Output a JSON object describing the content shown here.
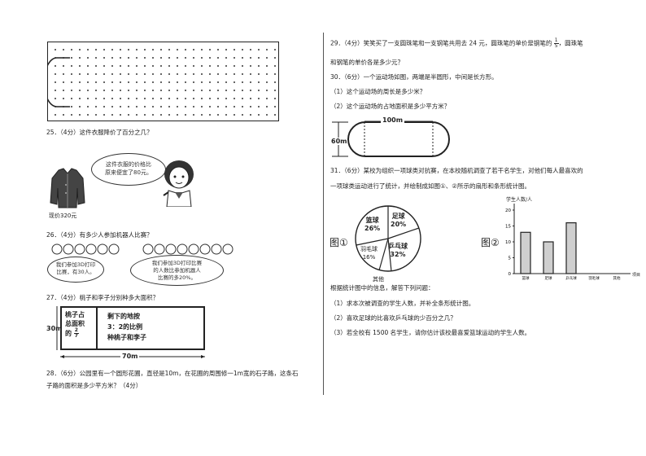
{
  "left": {
    "q25": "25．（4分）这件衣服降价了百分之几？",
    "q25_bubble": [
      "这件衣服的价格比",
      "原来便宜了80元。"
    ],
    "q25_price": "现价320元",
    "q26": "26．（4分）有多少人参加机器人比赛？",
    "q26_bubble_left": [
      "我们参加3D打印",
      "比赛，有30人。"
    ],
    "q26_bubble_right": [
      "我们参加3D打印比赛",
      "的人数比参加机器人",
      "比赛的多20%。"
    ],
    "q27": "27．（4分）桃子和李子分别种多大面积？",
    "q27_field_left": [
      "桃子占",
      "总面积",
      "的"
    ],
    "q27_frac": {
      "num": "2",
      "den": "7"
    },
    "q27_field_right": [
      "剩下的地按",
      "3：2的比例",
      "种桃子和李子"
    ],
    "q27_height": "30m",
    "q27_width": "70m",
    "q28_line1": "28．（6分）公园里有一个圆形花圃，直径是10m，在花圃的周围修一1m宽的石子路，这条石",
    "q28_line2": "子路的面积是多少平方米？（4分）"
  },
  "right": {
    "q29_a": "29．（4分）笑笑买了一支圆珠笔和一支钢笔共用去 24 元，圆珠笔的单价是钢笔的",
    "q29_frac": {
      "num": "1",
      "den": "5"
    },
    "q29_b": "，圆珠笔",
    "q29_line2": "和钢笔的单价各是多少元？",
    "q30": "30．（6分）一个运动场如图，两端是半圆形，中间是长方形。",
    "q30_sub1": "（1）这个运动场的周长是多少米？",
    "q30_sub2": "（2）这个运动场的占地面积是多少平方米？",
    "q30_width": "100m",
    "q30_height": "60m",
    "q31_line1": "31．（6分）某校为组织一项球类对抗赛，在本校随机调查了若干名学生，对他们每人最喜欢的",
    "q31_line2": "一项球类运动进行了统计，并绘制成如图①、②所示的扇形和条形统计图。",
    "fig1": "图①",
    "fig2": "图②",
    "pie_basketball": [
      "篮球",
      "26%"
    ],
    "pie_football": [
      "足球",
      "20%"
    ],
    "pie_pingpong": [
      "乒乓球",
      "32%"
    ],
    "pie_badminton": [
      "羽毛球",
      "16%"
    ],
    "pie_other": "其他",
    "bar_ylabel": "学生人数/人",
    "bar_xlabel": "项目",
    "prompt": "根据统计图中的信息，解答下列问题：",
    "q31_sub1": "（1）求本次被调查的学生人数，并补全条形统计图。",
    "q31_sub2": "（2）喜欢足球的比喜欢乒乓球的少百分之几？",
    "q31_sub3": "（3）若全校有 1500 名学生，请你估计该校最喜爱篮球运动的学生人数。"
  },
  "chart_data": {
    "type": "bar",
    "categories": [
      "篮球",
      "足球",
      "乒乓球",
      "羽毛球",
      "其他"
    ],
    "values": [
      13,
      10,
      16,
      null,
      null
    ],
    "yticks": [
      0,
      5,
      10,
      15,
      20
    ],
    "ylim": [
      0,
      20
    ],
    "ylabel": "学生人数/人",
    "xlabel": "项目",
    "grid": false
  }
}
